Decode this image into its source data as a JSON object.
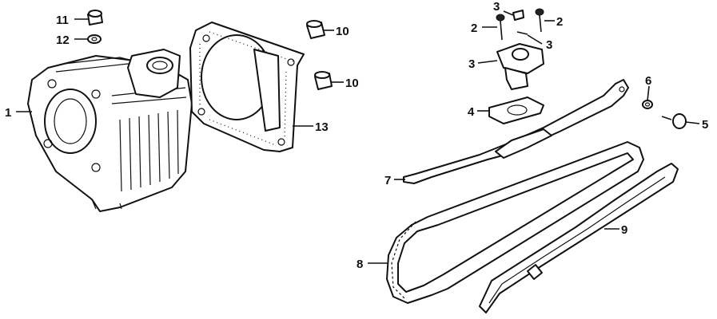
{
  "colors": {
    "ink": "#111111",
    "background": "#ffffff"
  },
  "callouts": [
    {
      "id": "c1",
      "label": "1"
    },
    {
      "id": "c11",
      "label": "11"
    },
    {
      "id": "c12",
      "label": "12"
    },
    {
      "id": "c10a",
      "label": "10"
    },
    {
      "id": "c10b",
      "label": "10"
    },
    {
      "id": "c13",
      "label": "13"
    },
    {
      "id": "c3a",
      "label": "3"
    },
    {
      "id": "c2a",
      "label": "2"
    },
    {
      "id": "c2b",
      "label": "2"
    },
    {
      "id": "c3b",
      "label": "3"
    },
    {
      "id": "c3c",
      "label": "3"
    },
    {
      "id": "c4",
      "label": "4"
    },
    {
      "id": "c6",
      "label": "6"
    },
    {
      "id": "c5",
      "label": "5"
    },
    {
      "id": "c7",
      "label": "7"
    },
    {
      "id": "c9",
      "label": "9"
    },
    {
      "id": "c8",
      "label": "8"
    }
  ]
}
